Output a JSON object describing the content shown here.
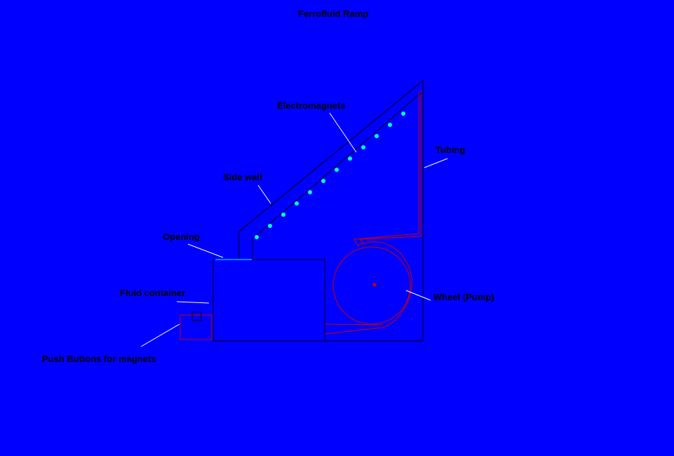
{
  "title": "Ferrofluid Ramp",
  "labels": {
    "electromagnets": "Electromagnets",
    "tubing": "Tubing",
    "side_wall": "Side wall",
    "opening": "Opening",
    "fluid_container": "Fluid container",
    "wheel_pump": "Wheel (Pump)",
    "push_buttons": "Push Buttons for magnets"
  },
  "colors": {
    "background": "#0000FF",
    "outline": "#000000",
    "tubing": "#CC0000",
    "magnet": "#00FFFF",
    "opening": "#00FFFF"
  },
  "electromagnet_count": 12
}
